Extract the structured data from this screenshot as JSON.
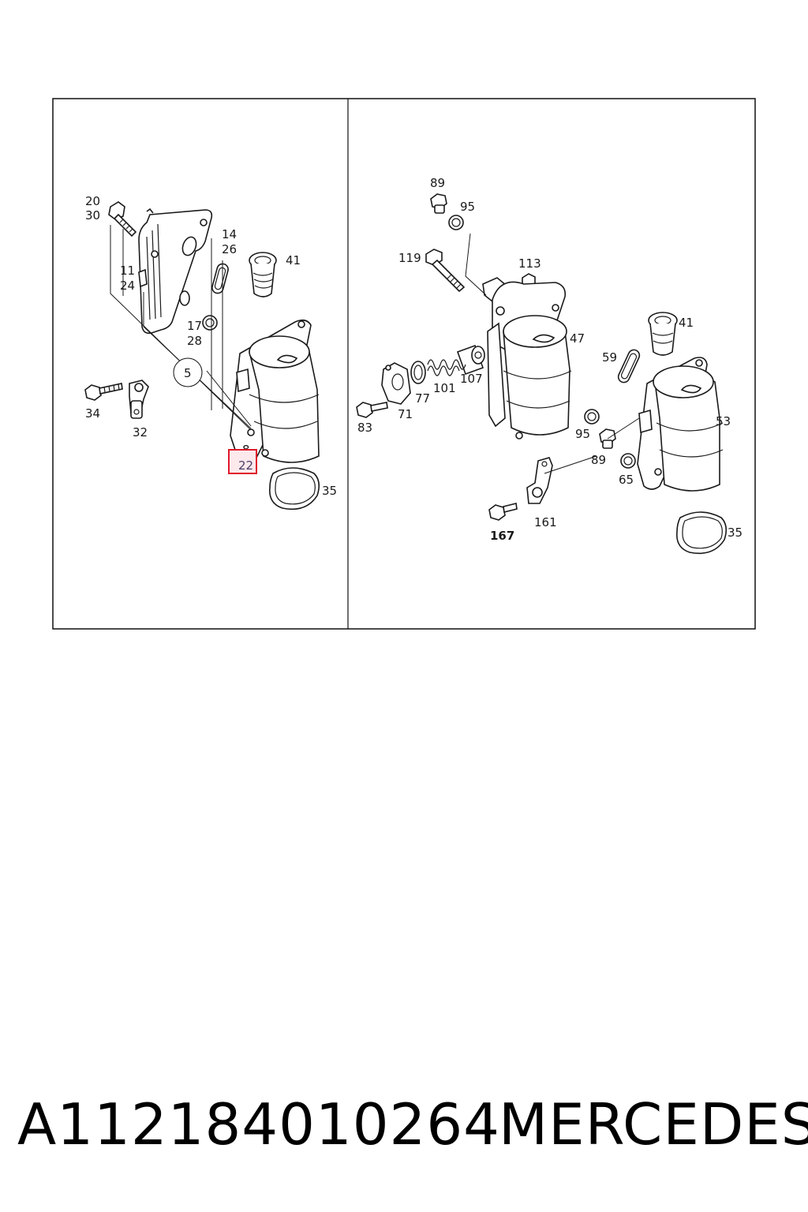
{
  "diagram": {
    "left_panel": {
      "callouts": {
        "c20": "20",
        "c30": "30",
        "c11": "11",
        "c24": "24",
        "c14": "14",
        "c26": "26",
        "c41": "41",
        "c17": "17",
        "c28": "28",
        "c5": "5",
        "c34": "34",
        "c32": "32",
        "c8": "8",
        "c22": "22",
        "c35": "35"
      },
      "highlighted_callout": "22",
      "highlight_color": "#e0182a"
    },
    "right_panel": {
      "callouts": {
        "c89a": "89",
        "c95a": "95",
        "c119": "119",
        "c113": "113",
        "c47": "47",
        "c41": "41",
        "c59": "59",
        "c107": "107",
        "c101": "101",
        "c77": "77",
        "c71": "71",
        "c83": "83",
        "c95b": "95",
        "c89b": "89",
        "c53": "53",
        "c65": "65",
        "c161": "161",
        "c167": "167",
        "c35": "35"
      }
    }
  },
  "footer": {
    "part_number": "A112184010264",
    "brand": "MERCEDES"
  }
}
